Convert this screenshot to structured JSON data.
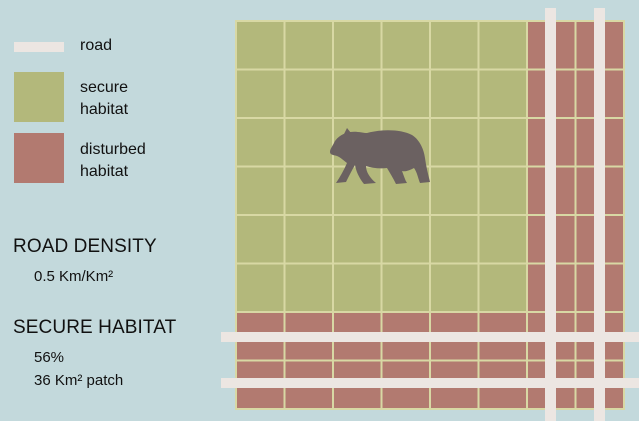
{
  "legend": {
    "road": {
      "label": "road"
    },
    "secure": {
      "label": "secure\nhabitat"
    },
    "disturbed": {
      "label": "disturbed\nhabitat"
    }
  },
  "stats": {
    "road_density": {
      "heading": "ROAD DENSITY",
      "value": "0.5 Km/Km²"
    },
    "secure_habitat": {
      "heading": "SECURE HABITAT",
      "value_percent": "56%",
      "value_patch": "36 Km² patch"
    }
  },
  "colors": {
    "background": "#c3d9dc",
    "secure": "#b3b87b",
    "disturbed": "#b27a70",
    "grid_line": "#d8d8a4",
    "road": "#ece6e2",
    "bear": "#6b6161"
  },
  "grid": {
    "rows": 8,
    "cols": 8,
    "secure_rows": 6,
    "secure_cols": 6
  },
  "icons": {
    "animal": "bear-icon"
  }
}
